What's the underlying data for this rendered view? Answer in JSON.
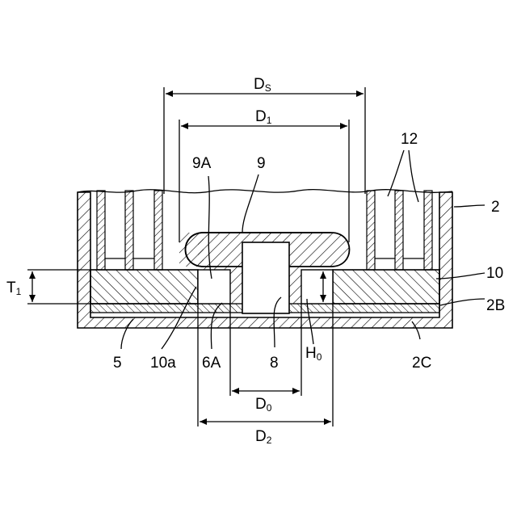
{
  "labels": {
    "ds": {
      "main": "D",
      "sub": "S"
    },
    "d1": {
      "main": "D",
      "sub": "1"
    },
    "d0": {
      "main": "D",
      "sub": "0"
    },
    "d2": {
      "main": "D",
      "sub": "2"
    },
    "t1": {
      "main": "T",
      "sub": "1"
    },
    "h0": {
      "main": "H",
      "sub": "0"
    },
    "l9a": "9A",
    "l9": "9",
    "l12": "12",
    "l2": "2",
    "l10": "10",
    "l2b": "2B",
    "l5": "5",
    "l10a": "10a",
    "l6a": "6A",
    "l8": "8",
    "l2c": "2C"
  }
}
